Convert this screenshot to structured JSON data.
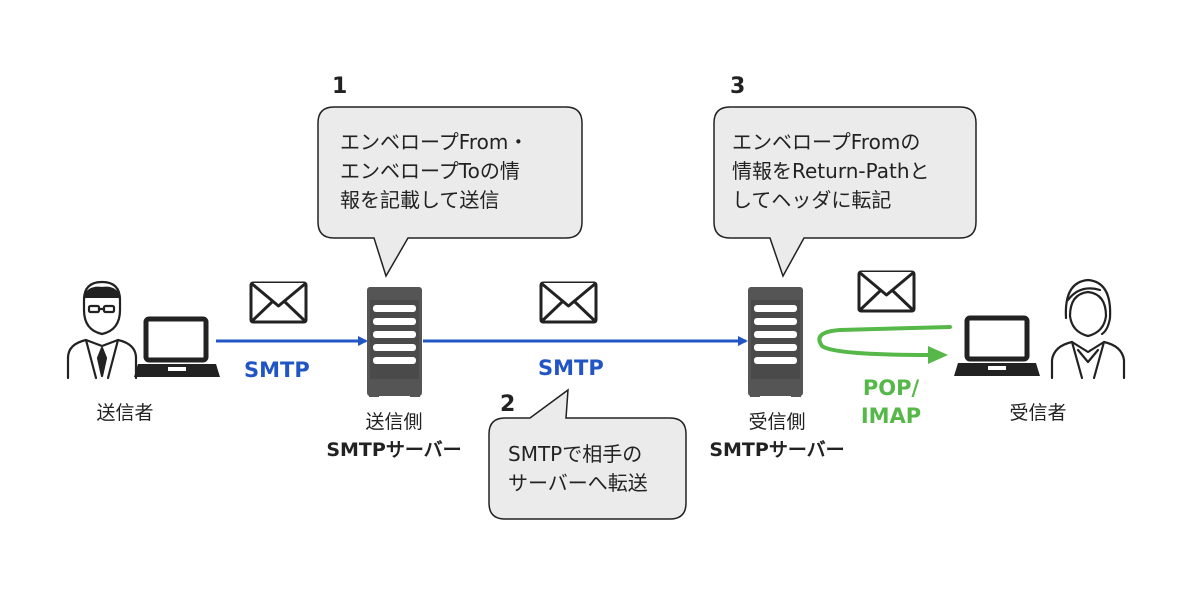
{
  "steps": [
    {
      "number": "1",
      "lines": [
        "エンベロープFrom・",
        "エンベロープToの情",
        "報を記載して送信"
      ]
    },
    {
      "number": "2",
      "lines": [
        "SMTPで相手の",
        "サーバーへ転送"
      ]
    },
    {
      "number": "3",
      "lines": [
        "エンベロープFromの",
        "情報をReturn-Pathと",
        "してヘッダに転記"
      ]
    }
  ],
  "nodes": {
    "sender": "送信者",
    "sending_server": [
      "送信側",
      "SMTPサーバー"
    ],
    "receiving_server": [
      "受信側",
      "SMTPサーバー"
    ],
    "recipient": "受信者"
  },
  "protocols": {
    "smtp_1": "SMTP",
    "smtp_2": "SMTP",
    "pop_imap": [
      "POP/",
      "IMAP"
    ]
  },
  "colors": {
    "smtp_arrow": "#2255c4",
    "pop_arrow": "#56b848",
    "bubble_fill": "#ebebeb",
    "server": "#555555"
  }
}
